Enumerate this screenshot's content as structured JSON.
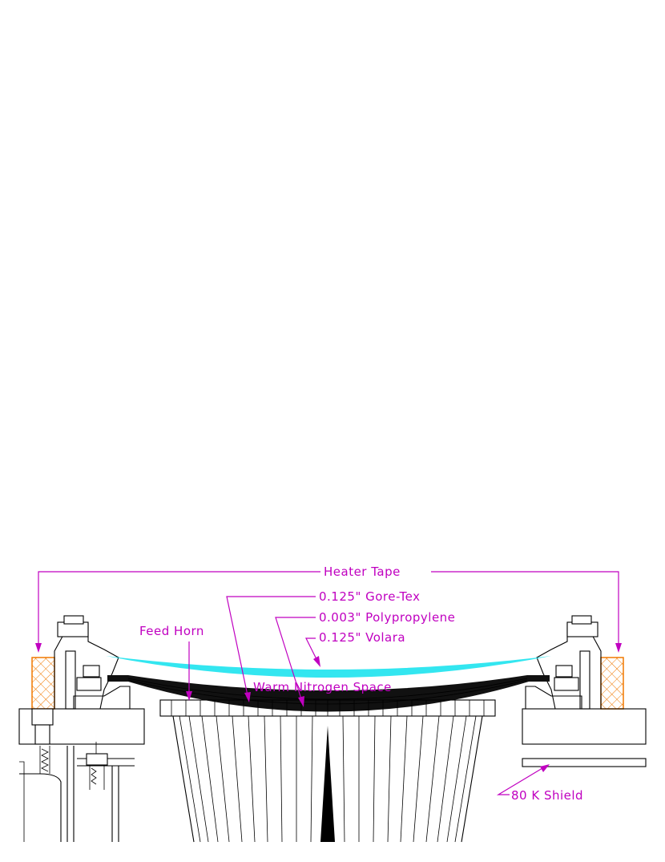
{
  "labels": {
    "heater_tape": "Heater Tape",
    "gore_tex": "0.125\" Gore-Tex",
    "polypropylene": "0.003\" Polypropylene",
    "volara": "0.125\" Volara",
    "feed_horn": "Feed Horn",
    "warm_nitrogen": "Warm Nitrogen Space",
    "shield": "80 K Shield"
  },
  "colors": {
    "annotation": "#c000c0",
    "volara": "#33e6f0",
    "polypropylene": "#f5f000",
    "gore_tex": "#111111",
    "heater_tape": "#f07800"
  }
}
